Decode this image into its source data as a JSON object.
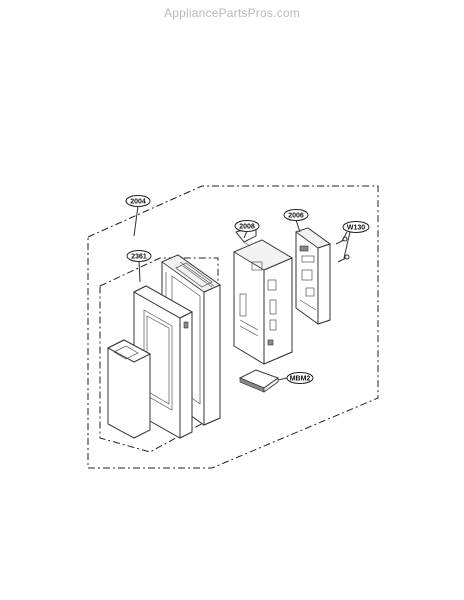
{
  "watermark": "AppliancePartsPros.com",
  "callouts": {
    "c2004": "2004",
    "c2361": "2361",
    "c2008": "2008",
    "c2006": "2006",
    "cW130": "W130",
    "cMBM2": "MBM2"
  }
}
